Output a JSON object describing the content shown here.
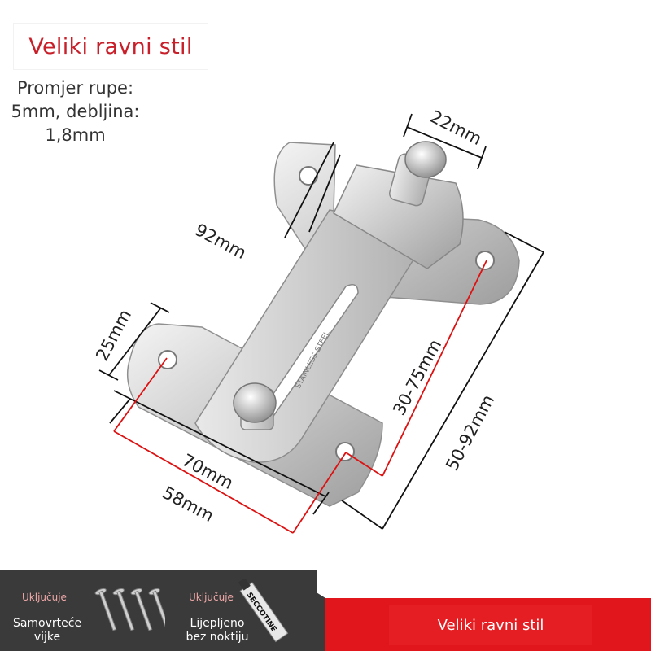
{
  "header": {
    "title": "Veliki ravni stil"
  },
  "specs": {
    "line1": "Promjer rupe:",
    "line2": "5mm, debljina:",
    "line3": "1,8mm"
  },
  "dimensions": {
    "top_width": "22mm",
    "length": "92mm",
    "height": "25mm",
    "plate_width": "70mm",
    "hole_spacing": "58mm",
    "range_small": "30-75mm",
    "range_large": "50-92mm"
  },
  "product_engraving": "STAINLESS STEEL",
  "footer": {
    "included_label_1": "Uključuje",
    "item_1": [
      "Samovrteće",
      "vijke"
    ],
    "included_label_2": "Uključuje",
    "item_2": [
      "Lijepljeno",
      "bez noktiju"
    ],
    "glue_brand": "SECCOTINE",
    "style_button": "Veliki ravni stil"
  },
  "colors": {
    "accent_red": "#e0161c",
    "title_red": "#c8202a",
    "dark": "#3a3a3a"
  }
}
